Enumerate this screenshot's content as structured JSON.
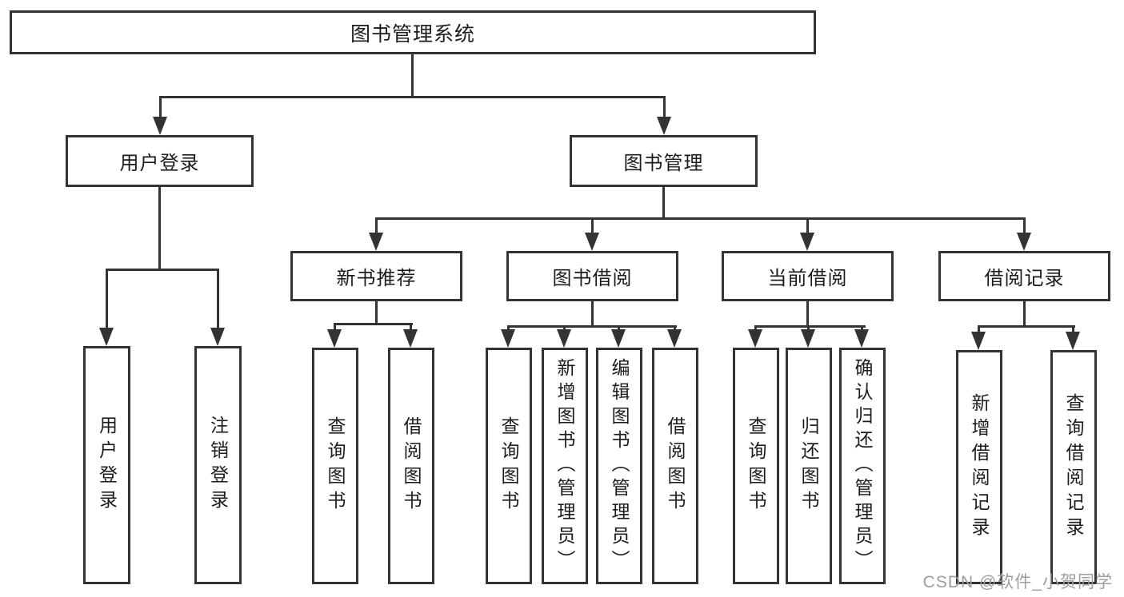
{
  "diagram": {
    "title": "图书管理系统",
    "watermark": "CSDN @软件_小贺同学",
    "line_color": "#333333",
    "text_color": "#1c1c1c",
    "watermark_color": "#9d9d9d"
  },
  "nodes": {
    "root": {
      "label": "图书管理系统"
    },
    "user_login": {
      "label": "用户登录"
    },
    "book_mgmt": {
      "label": "图书管理"
    },
    "login": {
      "label": "用户登录"
    },
    "logout": {
      "label": "注销登录"
    },
    "new_book_rec": {
      "label": "新书推荐"
    },
    "book_borrow": {
      "label": "图书借阅"
    },
    "current_borrow": {
      "label": "当前借阅"
    },
    "borrow_record": {
      "label": "借阅记录"
    },
    "rec_query_book": {
      "label": "查询图书"
    },
    "rec_borrow_book": {
      "label": "借阅图书"
    },
    "bb_query_book": {
      "label": "查询图书"
    },
    "bb_add_book": {
      "label": "新增图书（管理员）"
    },
    "bb_edit_book": {
      "label": "编辑图书（管理员）"
    },
    "bb_borrow_book": {
      "label": "借阅图书"
    },
    "cb_query_book": {
      "label": "查询图书"
    },
    "cb_return_book": {
      "label": "归还图书"
    },
    "cb_confirm_return": {
      "label": "确认归还（管理员）"
    },
    "br_add_record": {
      "label": "新增借阅记录"
    },
    "br_query_record": {
      "label": "查询借阅记录"
    }
  }
}
